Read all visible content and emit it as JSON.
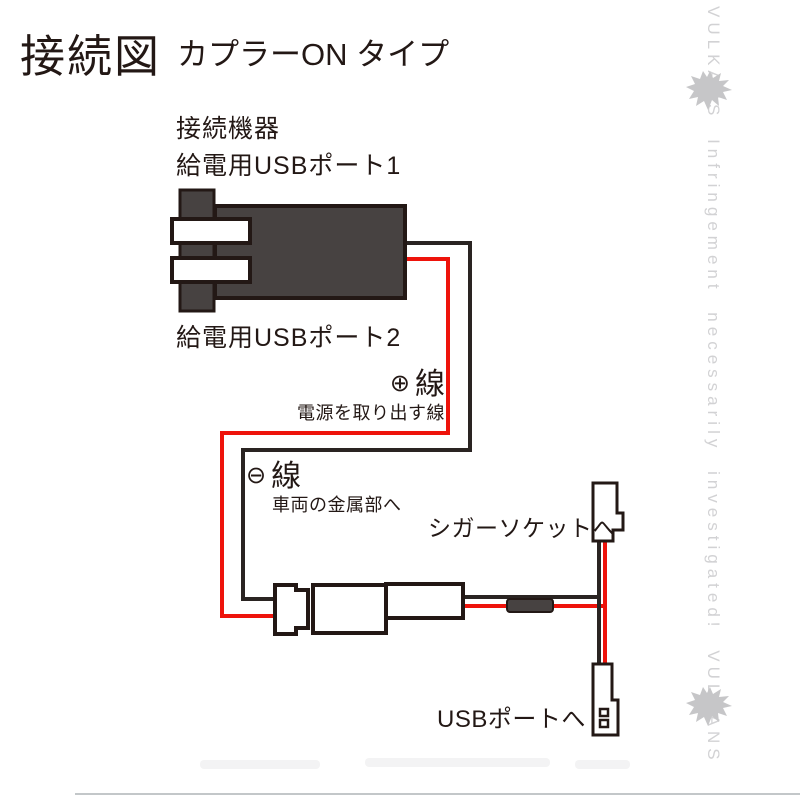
{
  "title": {
    "main": "接続図",
    "sub": "カプラーON タイプ"
  },
  "device": {
    "label_line1": "接続機器",
    "label_line2": "給電用USBポート1",
    "label_bottom": "給電用USBポート2"
  },
  "wires": {
    "plus": {
      "symbol": "⊕",
      "label": "線",
      "description": "電源を取り出す線"
    },
    "minus": {
      "symbol": "⊖",
      "label": "線",
      "description": "車両の金属部へ"
    }
  },
  "connectors": {
    "cigarette_label": "シガーソケットへ",
    "usb_label": "USBポートへ"
  },
  "watermark": {
    "text": "VULKANS Infringement necessarily investigated! VULKANS"
  },
  "colors": {
    "background": "#ffffff",
    "ink": "#231815",
    "device_fill": "#474241",
    "wire_red": "#ee130b",
    "wire_black": "#2a2422",
    "watermark_gray": "#d2d2d4",
    "logo_gray": "#c6c6c8",
    "footer_line": "#c3c7c9"
  }
}
